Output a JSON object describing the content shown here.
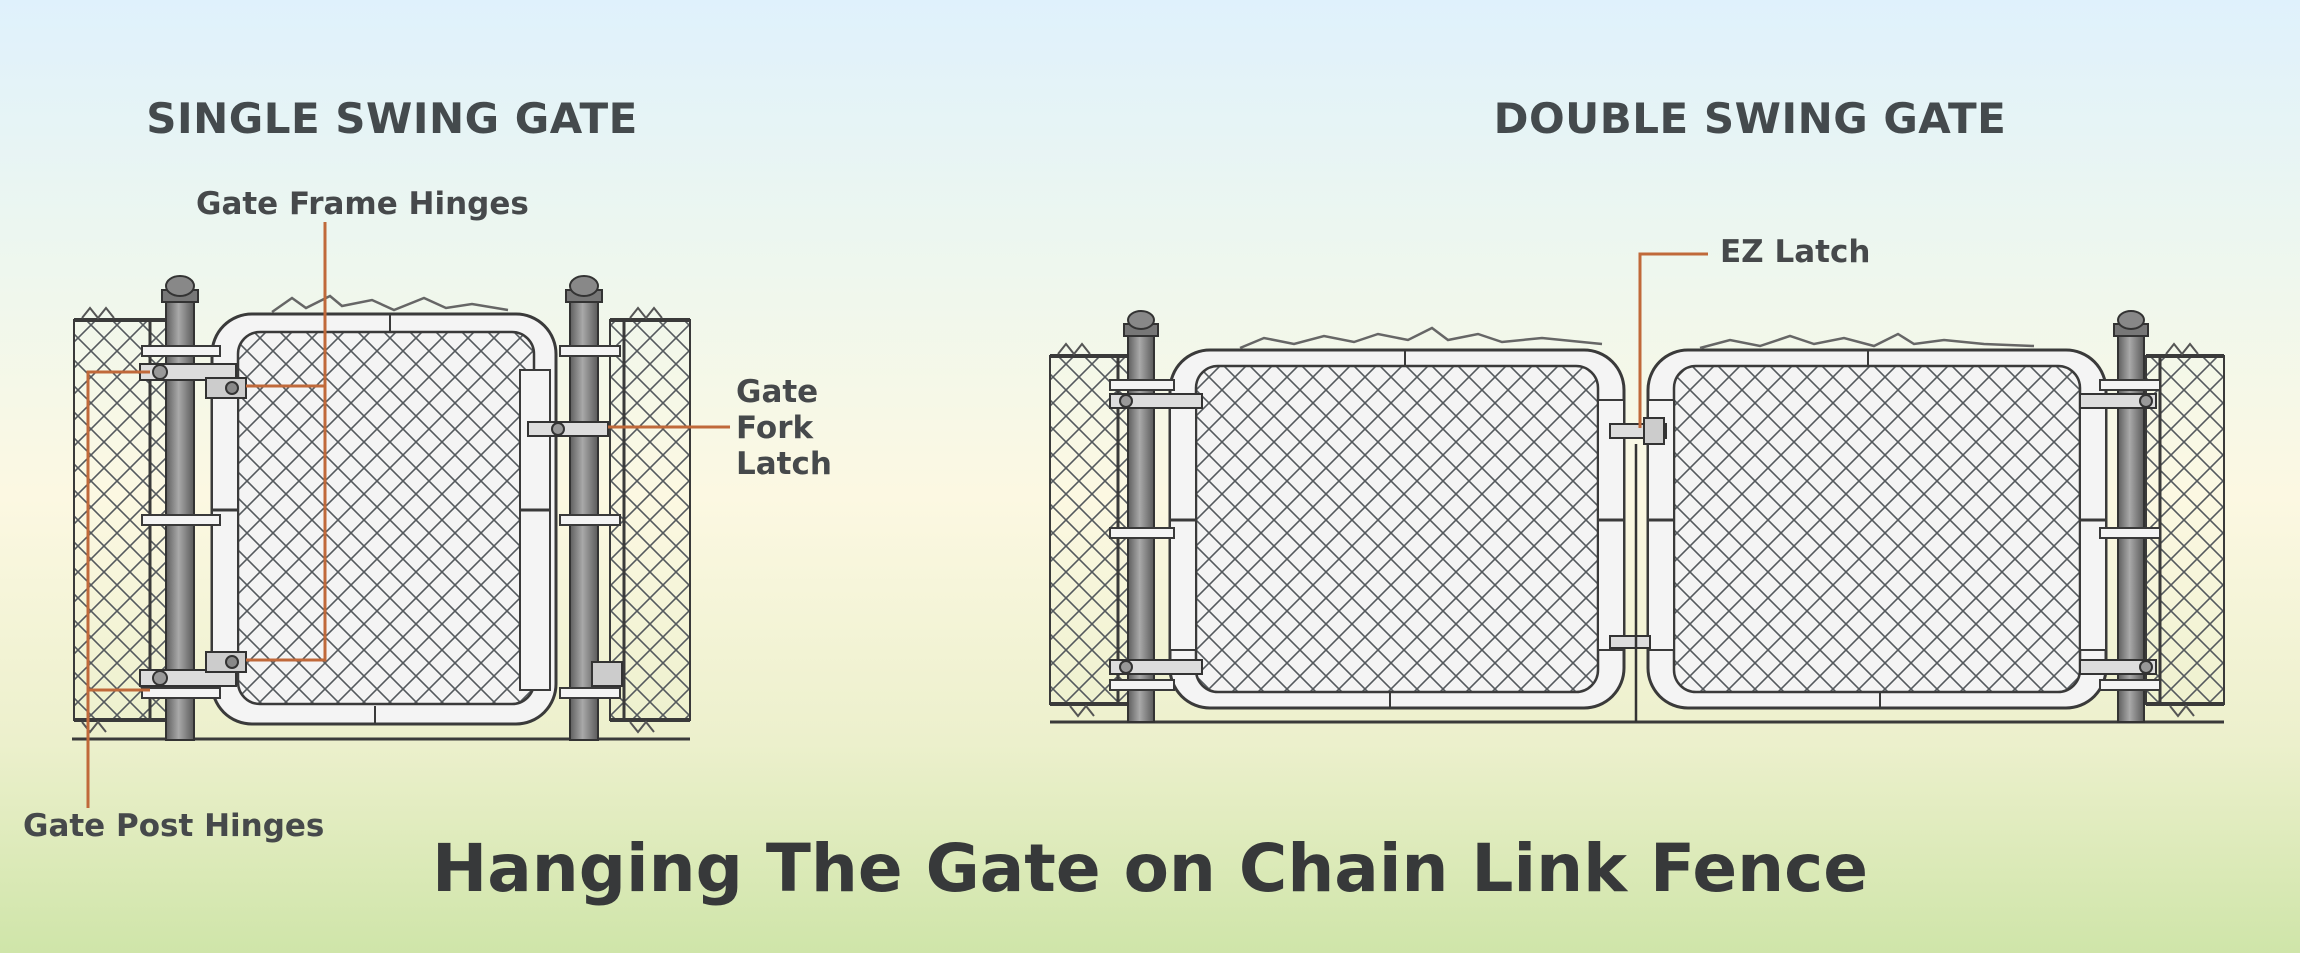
{
  "titles": {
    "single": "SINGLE SWING GATE",
    "double": "DOUBLE SWING GATE",
    "main": "Hanging The Gate on Chain Link Fence"
  },
  "callouts": {
    "gate_frame_hinges": "Gate Frame Hinges",
    "gate_post_hinges": "Gate Post Hinges",
    "gate_fork_latch": "Gate Fork Latch",
    "ez_latch": "EZ Latch"
  },
  "colors": {
    "leader_line": "#c0693a",
    "post_fill": "#8c8c8c",
    "frame_fill": "#f4f4f4",
    "outline": "#3a3a3a",
    "mesh": "#555a5e"
  }
}
